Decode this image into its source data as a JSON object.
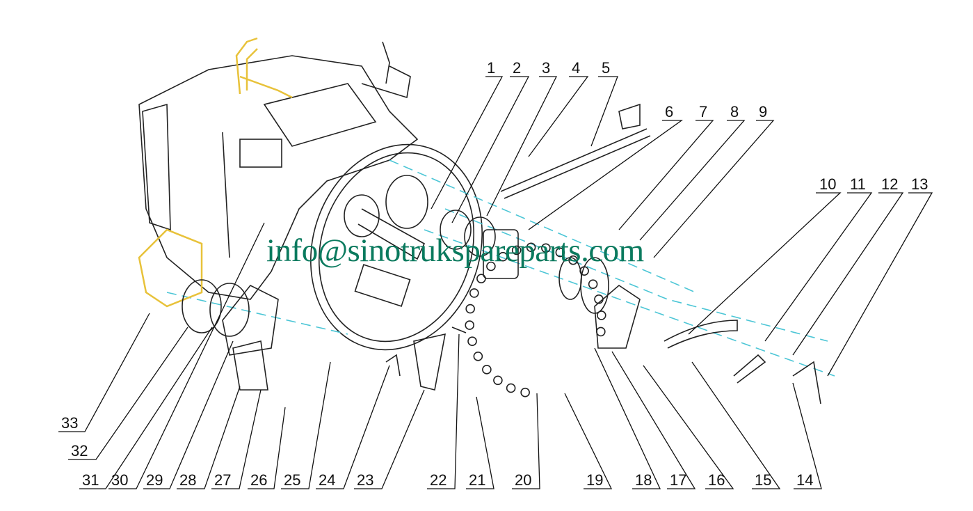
{
  "watermark": "info@sinotrukspareparts.com",
  "labels": [
    "1",
    "2",
    "3",
    "4",
    "5",
    "6",
    "7",
    "8",
    "9",
    "10",
    "11",
    "12",
    "13",
    "14",
    "15",
    "16",
    "17",
    "18",
    "19",
    "20",
    "21",
    "22",
    "23",
    "24",
    "25",
    "26",
    "27",
    "28",
    "29",
    "30",
    "31",
    "32",
    "33"
  ],
  "colors": {
    "watermark": "#0a7a5e",
    "axis_lines": "#4cc6d6",
    "highlight": "#e8c23a"
  }
}
